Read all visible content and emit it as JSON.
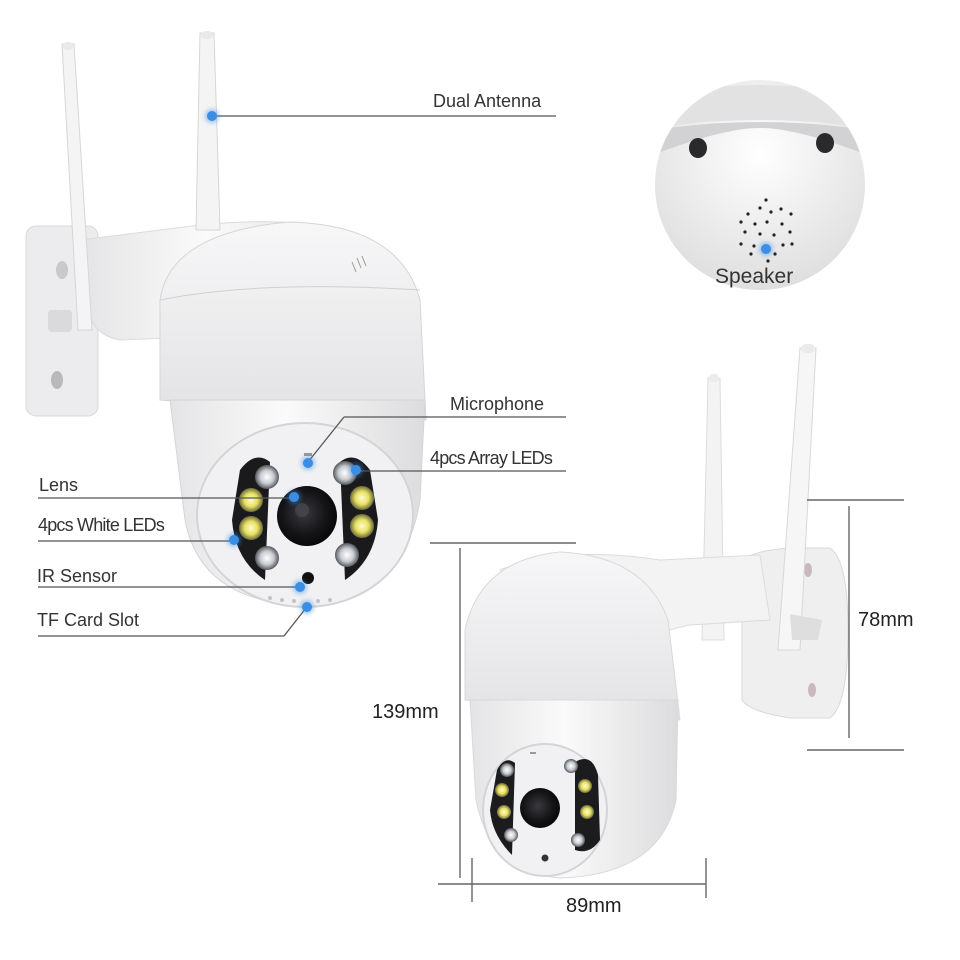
{
  "callouts": {
    "dual_antenna": "Dual Antenna",
    "speaker": "Speaker",
    "microphone": "Microphone",
    "array_leds": "4pcs Array LEDs",
    "lens": "Lens",
    "white_leds": "4pcs White LEDs",
    "ir_sensor": "IR Sensor",
    "tf_card_slot": "TF Card Slot"
  },
  "dimensions": {
    "height": "139mm",
    "width": "89mm",
    "mount_height": "78mm"
  },
  "colors": {
    "callout_dot": "#3a8ee6",
    "leader_line": "#555555",
    "body_white": "#f2f2f2",
    "led_yellow": "#e8e060",
    "led_white": "#c9ccd2"
  }
}
